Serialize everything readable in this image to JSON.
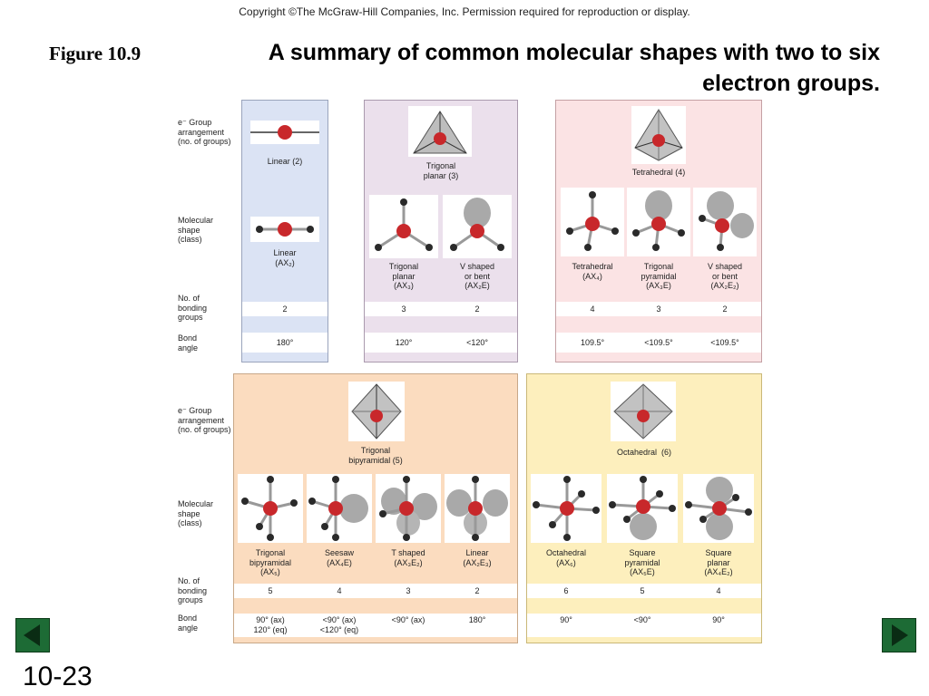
{
  "header": {
    "copyright": "Copyright ©The McGraw-Hill Companies, Inc.  Permission required for reproduction or display.",
    "figure_label": "Figure 10.9",
    "title": "A summary of common molecular shapes with two to six electron groups."
  },
  "row_labels": {
    "group_arrangement": "e⁻ Group\narrangement\n(no. of groups)",
    "molecular_shape": "Molecular\nshape\n(class)",
    "bonding_groups": "No. of\nbonding\ngroups",
    "bond_angle": "Bond\nangle"
  },
  "panels": {
    "linear": {
      "arrangement": "Linear (2)",
      "shapes": [
        {
          "name": "Linear\n(AX₂)",
          "bonding": "2",
          "angle": "180°"
        }
      ]
    },
    "trigonal": {
      "arrangement": "Trigonal\nplanar (3)",
      "shapes": [
        {
          "name": "Trigonal\nplanar\n(AX₃)",
          "bonding": "3",
          "angle": "120°"
        },
        {
          "name": "V shaped\nor bent\n(AX₂E)",
          "bonding": "2",
          "angle": "<120°"
        }
      ]
    },
    "tetrahedral": {
      "arrangement": "Tetrahedral (4)",
      "shapes": [
        {
          "name": "Tetrahedral\n(AX₄)",
          "bonding": "4",
          "angle": "109.5°"
        },
        {
          "name": "Trigonal\npyramidal\n(AX₃E)",
          "bonding": "3",
          "angle": "<109.5°"
        },
        {
          "name": "V shaped\nor bent\n(AX₂E₂)",
          "bonding": "2",
          "angle": "<109.5°"
        }
      ]
    },
    "bipyramidal": {
      "arrangement": "Trigonal\nbipyramidal (5)",
      "shapes": [
        {
          "name": "Trigonal\nbipyramidal\n(AX₅)",
          "bonding": "5",
          "angle": "90° (ax)\n120° (eq)"
        },
        {
          "name": "Seesaw\n(AX₄E)",
          "bonding": "4",
          "angle": "<90° (ax)\n<120° (eq)"
        },
        {
          "name": "T shaped\n(AX₃E₂)",
          "bonding": "3",
          "angle": "<90° (ax)"
        },
        {
          "name": "Linear\n(AX₂E₃)",
          "bonding": "2",
          "angle": "180°"
        }
      ]
    },
    "octahedral": {
      "arrangement": "Octahedral  (6)",
      "shapes": [
        {
          "name": "Octahedral\n(AX₆)",
          "bonding": "6",
          "angle": "90°"
        },
        {
          "name": "Square\npyramidal\n(AX₅E)",
          "bonding": "5",
          "angle": "<90°"
        },
        {
          "name": "Square\nplanar\n(AX₄E₂)",
          "bonding": "4",
          "angle": "90°"
        }
      ]
    }
  },
  "footer": {
    "slide_number": "10-23",
    "prev_icon": "left-arrow-icon",
    "next_icon": "right-arrow-icon"
  },
  "colors": {
    "linear_panel": "#dbe3f4",
    "trigonal_panel": "#ebe0ec",
    "tetrahedral_panel": "#fbe3e4",
    "bipyramidal_panel": "#fbdcbf",
    "octahedral_panel": "#fdefbd",
    "central_atom": "#c8282b",
    "outer_atom": "#2a2a2a",
    "nav_button": "#1d6b35"
  }
}
